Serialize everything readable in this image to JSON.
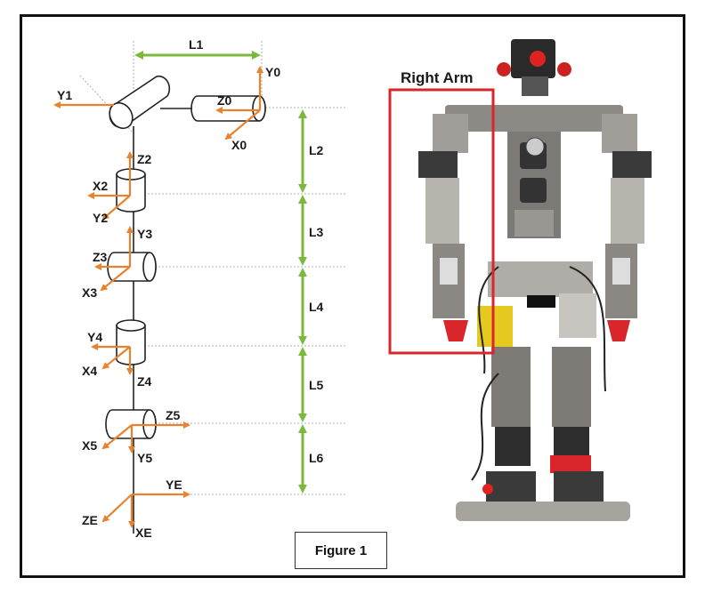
{
  "figure": {
    "caption": "Figure 1",
    "right_arm_label": "Right Arm"
  },
  "lengths": {
    "l1": "L1",
    "l2": "L2",
    "l3": "L3",
    "l4": "L4",
    "l5": "L5",
    "l6": "L6"
  },
  "axes": {
    "x0": "X0",
    "y0": "Y0",
    "z0": "Z0",
    "y1": "Y1",
    "x2": "X2",
    "y2": "Y2",
    "z2": "Z2",
    "x3": "X3",
    "y3": "Y3",
    "z3": "Z3",
    "x4": "X4",
    "y4": "Y4",
    "z4": "Z4",
    "x5": "X5",
    "y5": "Y5",
    "z5": "Z5",
    "xe": "XE",
    "ye": "YE",
    "ze": "ZE"
  },
  "colors": {
    "axis": "#e8822e",
    "dimension": "#7bb83b",
    "highlight_box": "#d9262b"
  }
}
